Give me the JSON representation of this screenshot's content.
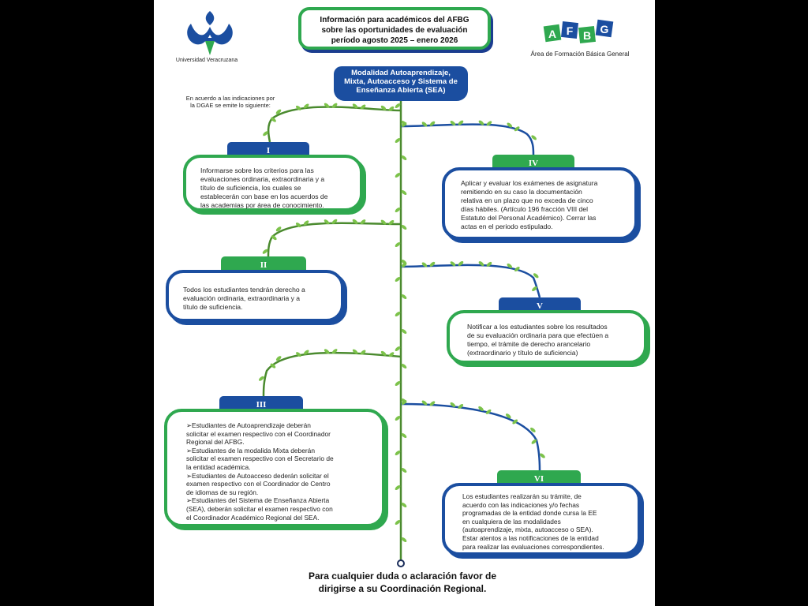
{
  "header": {
    "title": "Información para académicos del AFBG sobre las oportunidades de evaluación período agosto 2025 – enero 2026",
    "title_lines": [
      "Información para académicos del AFBG",
      "sobre las oportunidades de evaluación",
      "período agosto 2025 – enero 2026"
    ],
    "uv_name": "Universidad Veracruzana",
    "afbg_logo_letters": [
      "A",
      "F",
      "B",
      "G"
    ],
    "afbg_name": "Área de Formación Básica General"
  },
  "center": {
    "lines": [
      "Modalidad Autoaprendizaje,",
      "Mixta, Autoacceso y Sistema de",
      "Enseñanza Abierta (SEA)"
    ]
  },
  "intro": {
    "lines": [
      "En acuerdo a las indicaciones por",
      "la DGAE se emite lo siguiente:"
    ]
  },
  "steps": [
    {
      "label": "I",
      "lines": [
        "Informarse sobre los criterios para las",
        "evaluaciones ordinaria, extraordinaria y a",
        "título de suficiencia, los cuales se",
        "establecerán con base en los acuerdos de",
        "las academias por área de conocimiento."
      ]
    },
    {
      "label": "II",
      "lines": [
        "Todos los estudiantes tendrán derecho a",
        "evaluación ordinaria, extraordinaria y a",
        "título de suficiencia."
      ]
    },
    {
      "label": "III",
      "lines": [
        "➢Estudiantes de Autoaprendizaje deberán",
        "solicitar el examen respectivo con el Coordinador",
        "Regional del AFBG.",
        "➢Estudiantes de la modalida Mixta deberán",
        "solicitar el examen respectivo con el Secretario de",
        "la entidad académica.",
        "➢Estudiantes de Autoacceso dederán solicitar el",
        "examen respectivo con el Coordinador de Centro",
        "de idiomas de su región.",
        "➢Estudiantes del Sistema de Enseñanza Abierta",
        "(SEA), deberán solicitar el examen respectivo con",
        "el Coordinador Académico Regional del SEA."
      ]
    },
    {
      "label": "IV",
      "lines": [
        "Aplicar y evaluar los exámenes de asignatura",
        "remitiendo en su caso la documentación",
        "relativa en un plazo que no exceda de cinco",
        "días hábiles. (Artículo 196 fracción VIII del",
        "Estatuto del Personal Académico). Cerrar las",
        "actas en el periodo estipulado."
      ]
    },
    {
      "label": "V",
      "lines": [
        "Notificar a los estudiantes sobre los resultados",
        "de su evaluación ordinaria para que efectúen a",
        "tiempo, el trámite de derecho arancelario",
        "(extraordinario y título de suficiencia)"
      ]
    },
    {
      "label": "VI",
      "lines": [
        "Los estudiantes realizarán su trámite, de",
        "acuerdo con las indicaciones y/o fechas",
        "programadas de la entidad donde cursa la EE",
        "en cualquiera de las modalidades",
        "(autoaprendizaje, mixta, autoacceso o SEA).",
        "Estar atentos a las notificaciones de la entidad",
        "para realizar las evaluaciones correspondientes."
      ]
    }
  ],
  "footer": {
    "lines": [
      "Para cualquier duda o aclaración favor de",
      "dirigirse a su Coordinación Regional."
    ]
  },
  "colors": {
    "blue": "#1b4ea0",
    "green": "#2fa84f",
    "vine": "#4a8a2e",
    "leaf": "#7cc24a"
  }
}
